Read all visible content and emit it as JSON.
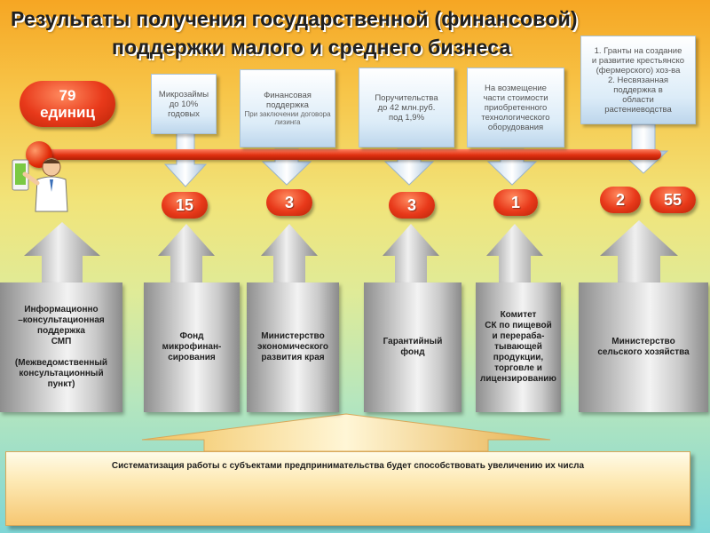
{
  "title": {
    "line1": "Результаты получения  государственной (финансовой)",
    "line2": "поддержки малого и среднего бизнеса"
  },
  "total": {
    "number": "79",
    "unit": "единиц"
  },
  "callouts": [
    {
      "id": "microloans",
      "lines": [
        "Микрозаймы",
        "до 10%",
        "годовых"
      ]
    },
    {
      "id": "leasing",
      "lines": [
        "Финансовая",
        "поддержка"
      ],
      "sub": "При заключении договора лизинга"
    },
    {
      "id": "guarantee",
      "lines": [
        "Поручительства",
        "до 42 млн.руб.",
        "под 1,9%"
      ]
    },
    {
      "id": "equipment",
      "lines": [
        "На возмещение",
        "части стоимости",
        "приобретенного",
        "технологического",
        "оборудования"
      ]
    },
    {
      "id": "grants",
      "lines": [
        "1. Гранты на создание",
        "и развитие крестьянско",
        "(фермерского)  хоз-ва",
        "2. Несвязанная",
        "поддержка в",
        "области",
        "растениеводства"
      ]
    }
  ],
  "counts": [
    "15",
    "3",
    "3",
    "1",
    "2",
    "55"
  ],
  "pillars": [
    "Информационно\n–консультационная\nподдержка\nСМП\n\n(Межведомственный\nконсультационный\nпункт)",
    "Фонд\nмикрофинан-\nсирования",
    "Министерство\nэкономического\nразвития края",
    "Гарантийный\nфонд",
    "Комитет\nСК по пищевой\nи перераба-\nтывающей\nпродукции,\nторговле и\nлицензированию",
    "Министерство\nсельского  хозяйства"
  ],
  "conclusion": "Систематизация работы с субъектами предпринимательства будет способствовать увеличению их числа",
  "colors": {
    "accent_red": "#e8391a",
    "callout_blue": "#dcecf8",
    "pillar_grey": "#c9c9c9",
    "bottom_box": "#fde9b4"
  }
}
